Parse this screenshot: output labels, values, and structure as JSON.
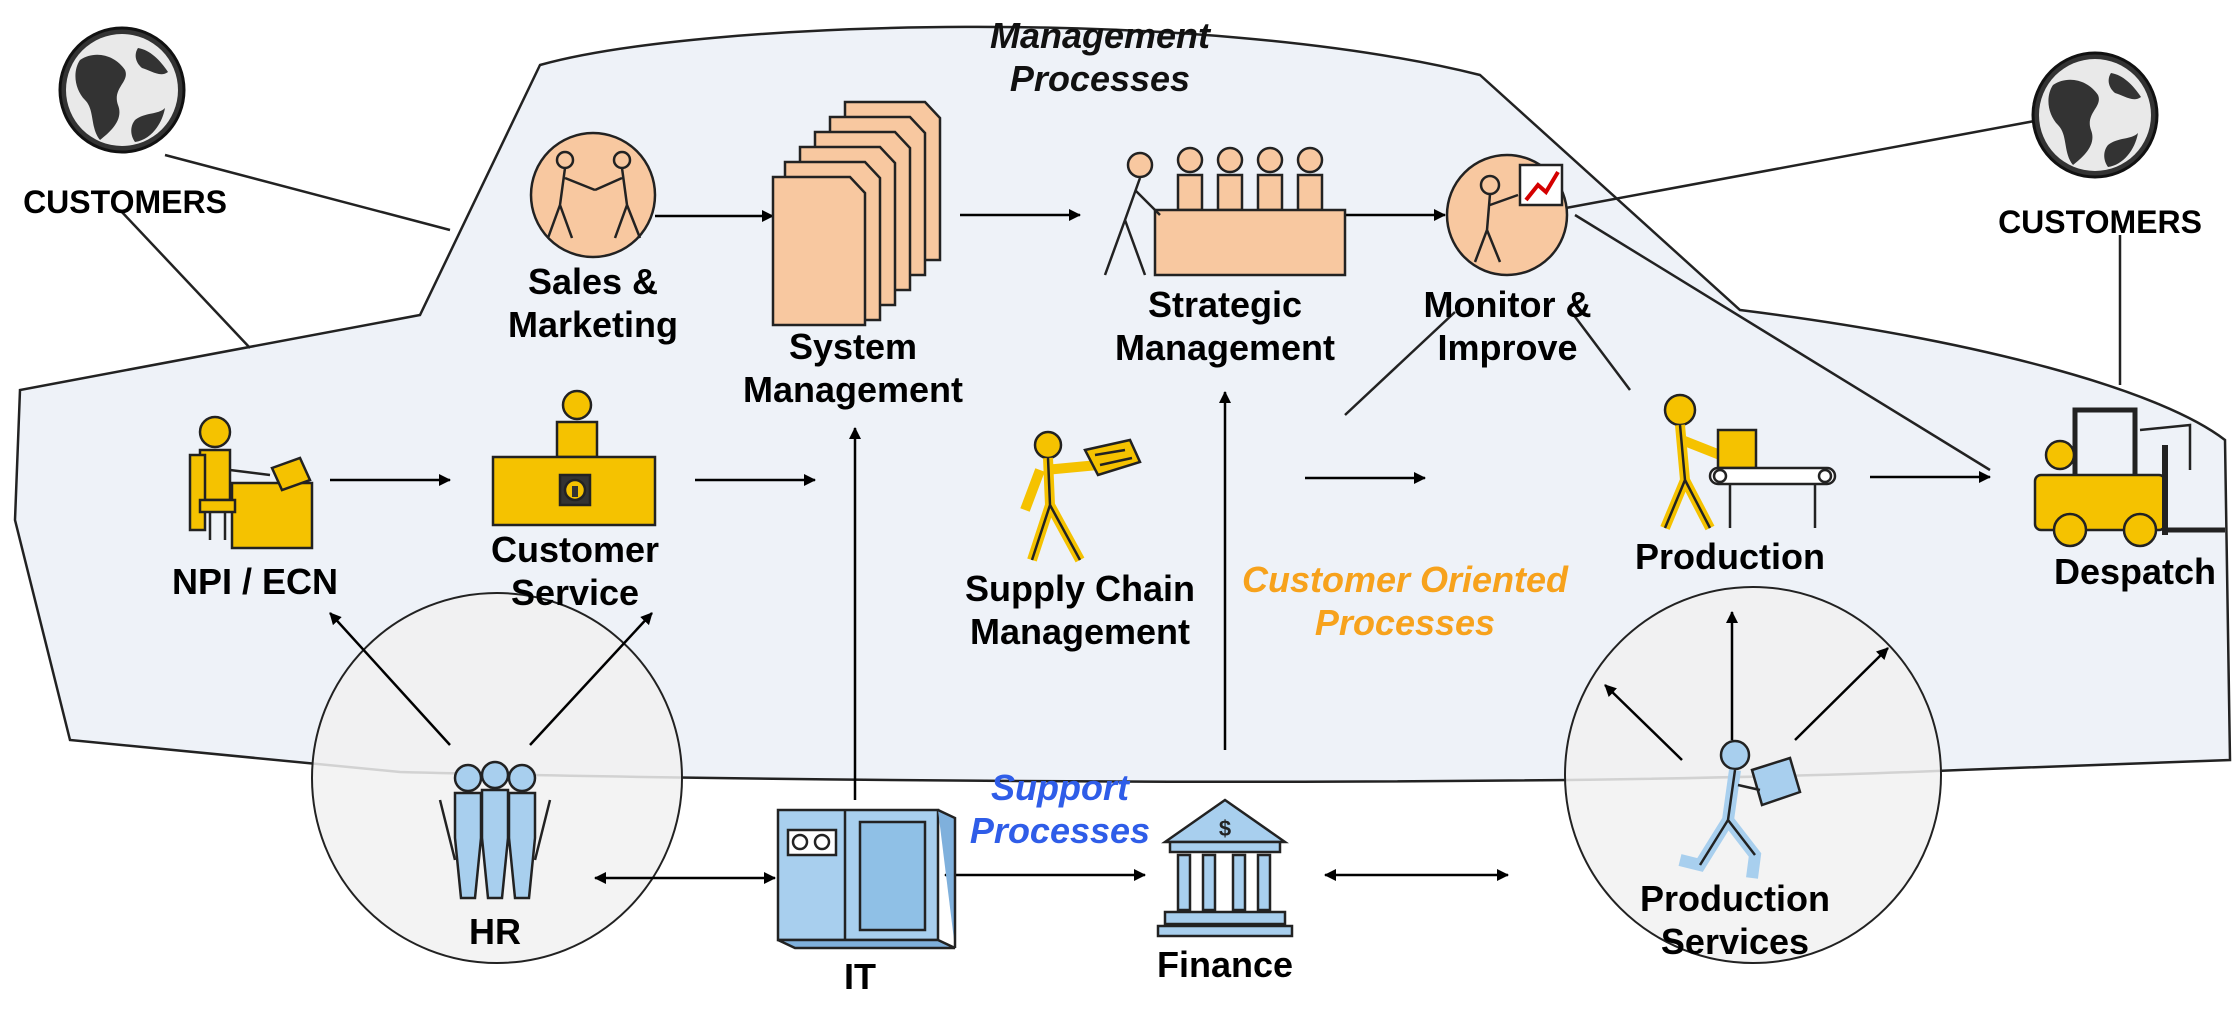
{
  "colors": {
    "icon_fill_yellow": "#f5c200",
    "icon_fill_orange": "#f8c8a0",
    "icon_fill_blue": "#a8cfee",
    "car_fill": "#eef2f8",
    "circle_fill": "#f1f1f1",
    "orange_text": "#f7a21c",
    "blue_text": "#2f5de8"
  },
  "groups": {
    "management": [
      "Management",
      "Processes"
    ],
    "customer_oriented": [
      "Customer Oriented",
      "Processes"
    ],
    "support": [
      "Support",
      "Processes"
    ]
  },
  "nodes": {
    "customers_left": "CUSTOMERS",
    "customers_right": "CUSTOMERS",
    "sales_marketing": [
      "Sales &",
      "Marketing"
    ],
    "system_management": [
      "System",
      "Management"
    ],
    "strategic_management": [
      "Strategic",
      "Management"
    ],
    "monitor_improve": [
      "Monitor &",
      "Improve"
    ],
    "npi_ecn": "NPI / ECN",
    "customer_service": [
      "Customer",
      "Service"
    ],
    "supply_chain": [
      "Supply Chain",
      "Management"
    ],
    "production": "Production",
    "despatch": "Despatch",
    "hr": "HR",
    "it": "IT",
    "finance": "Finance",
    "production_services": [
      "Production",
      "Services"
    ]
  },
  "icons": {
    "globe_left": "globe-icon",
    "globe_right": "globe-icon",
    "handshake": "handshake-icon",
    "documents": "document-stack-icon",
    "meeting": "boardroom-meeting-icon",
    "chart_presenter": "presenter-chart-icon",
    "desk_worker": "desk-worker-icon",
    "info_desk": "information-desk-icon",
    "money_carrier": "money-carrier-icon",
    "conveyor": "conveyor-worker-icon",
    "forklift": "forklift-icon",
    "people_group": "people-group-icon",
    "server": "server-cabinet-icon",
    "bank": "bank-building-icon",
    "worker_box": "worker-carrying-box-icon"
  }
}
